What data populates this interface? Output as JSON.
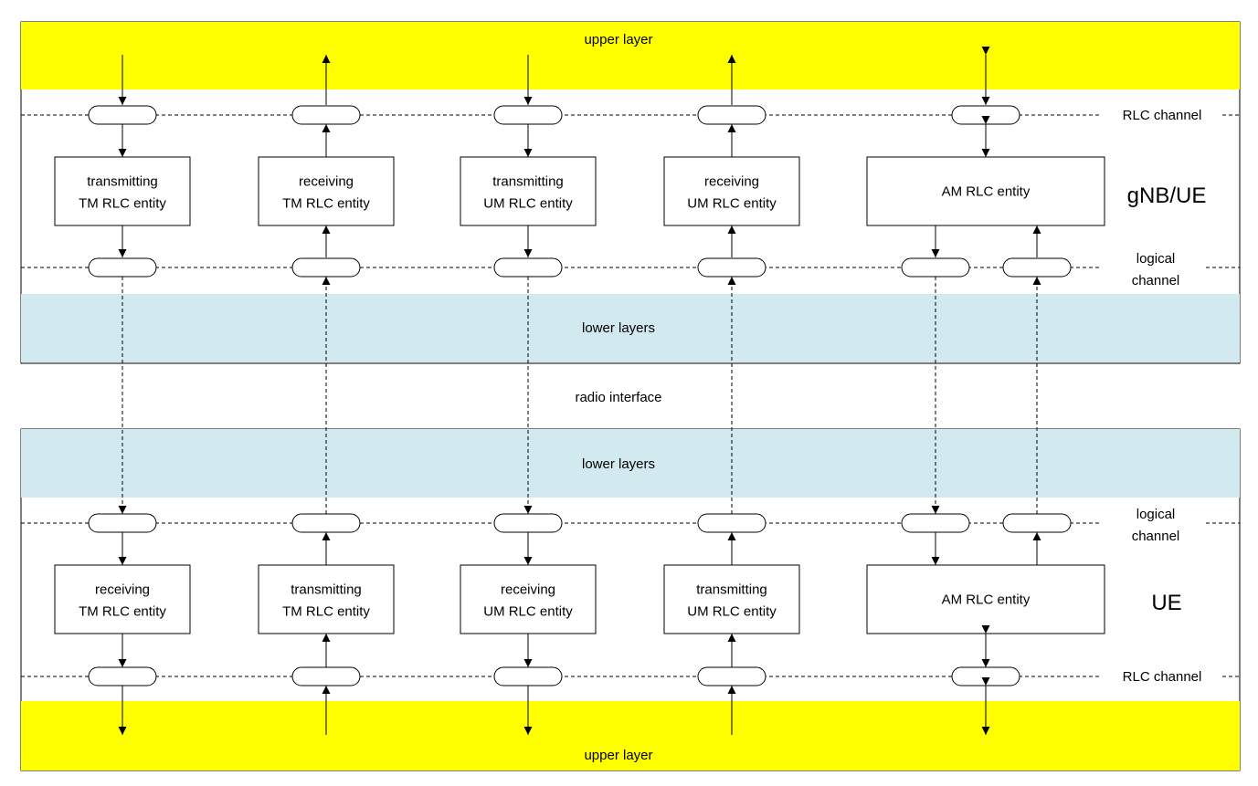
{
  "colors": {
    "upper_layer": "#ffff00",
    "lower_layers": "#d2e9ef",
    "line": "#000000",
    "box_border": "#000000"
  },
  "top_section": {
    "upper_layer_label": "upper layer",
    "rlc_channel_label": "RLC channel",
    "logical_channel_label": [
      "logical",
      "channel"
    ],
    "lower_layers_label": "lower layers",
    "node_label": "gNB/UE",
    "entities": [
      [
        "transmitting",
        "TM RLC entity"
      ],
      [
        "receiving",
        "TM RLC entity"
      ],
      [
        "transmitting",
        "UM RLC entity"
      ],
      [
        "receiving",
        "UM RLC entity"
      ],
      [
        "AM RLC entity"
      ]
    ]
  },
  "radio_interface_label": "radio interface",
  "bottom_section": {
    "lower_layers_label": "lower layers",
    "logical_channel_label": [
      "logical",
      "channel"
    ],
    "rlc_channel_label": "RLC channel",
    "upper_layer_label": "upper layer",
    "node_label": "UE",
    "entities": [
      [
        "receiving",
        "TM RLC entity"
      ],
      [
        "transmitting",
        "TM RLC entity"
      ],
      [
        "receiving",
        "UM RLC entity"
      ],
      [
        "transmitting",
        "UM RLC entity"
      ],
      [
        "AM RLC entity"
      ]
    ]
  }
}
